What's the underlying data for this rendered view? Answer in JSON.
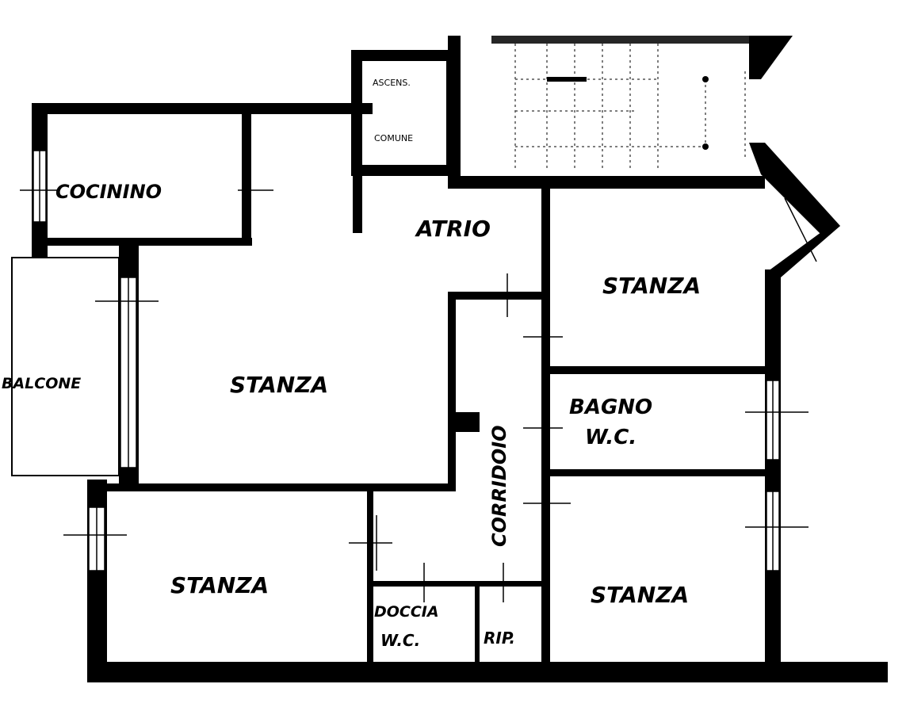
{
  "plan": {
    "colors": {
      "wall": "#000000",
      "background": "#ffffff",
      "stair_lines": "#555555"
    },
    "rooms": {
      "kitchen": "COCININO",
      "atrium": "ATRIO",
      "room_top_right": "STANZA",
      "room_center": "STANZA",
      "balcony": "BALCONE",
      "corridor": "CORRIDOIO",
      "bathroom_line1": "BAGNO",
      "bathroom_line2": "W.C.",
      "room_bottom_left": "STANZA",
      "shower_line1": "DOCCIA",
      "shower_line2": "W.C.",
      "storage": "RIP.",
      "room_bottom_right": "STANZA"
    },
    "elevator": {
      "line1": "ASCENS.",
      "line2": "COMUNE"
    }
  }
}
